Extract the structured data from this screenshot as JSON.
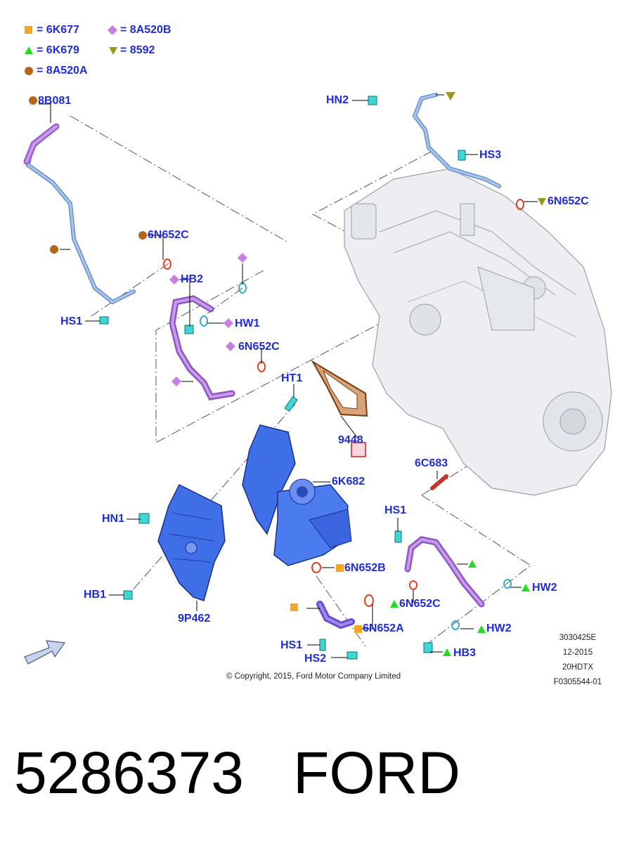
{
  "legend": [
    {
      "symbol": "square",
      "color": "#f5a623",
      "code": "6K677"
    },
    {
      "symbol": "diamond",
      "color": "#c77fe0",
      "code": "8A520B"
    },
    {
      "symbol": "triangle-up",
      "color": "#22dd22",
      "code": "6K679"
    },
    {
      "symbol": "triangle-down",
      "color": "#9a9a1a",
      "code": "8592"
    },
    {
      "symbol": "circle",
      "color": "#b8651c",
      "code": "8A520A"
    }
  ],
  "legend_separator": "=",
  "labels": {
    "8B081": "8B081",
    "6N652C_top_left": "6N652C",
    "HS1_left": "HS1",
    "HN2": "HN2",
    "HS3": "HS3",
    "6N652C_top_right": "6N652C",
    "HB2": "HB2",
    "HW1": "HW1",
    "6N652C_mid": "6N652C",
    "HT1": "HT1",
    "9448": "9448",
    "6C683": "6C683",
    "6K682": "6K682",
    "HN1": "HN1",
    "HB1": "HB1",
    "9P462": "9P462",
    "6N652B": "6N652B",
    "6N652A": "6N652A",
    "HS1_bottom": "HS1",
    "HS2": "HS2",
    "HS1_right": "HS1",
    "HW2_upper": "HW2",
    "6N652C_bottom": "6N652C",
    "HW2_lower": "HW2",
    "HB3": "HB3"
  },
  "meta": {
    "code": "3030425E",
    "date": "12-2015",
    "engine": "20HDTX",
    "figure": "F0305544-01"
  },
  "copyright": "© Copyright, 2015, Ford Motor Company Limited",
  "caption": "5286373   FORD",
  "colors": {
    "label": "#1e2bd6",
    "turbo": "#3f6fe6",
    "manifold": "#3f6fe6",
    "pipe_blue": "#8fb4e6",
    "pipe_purple": "#b87fd8",
    "gasket": "#b8651c",
    "seal": "#e04020",
    "fastener": "#33cccc",
    "engine": "#e6e8ec"
  }
}
